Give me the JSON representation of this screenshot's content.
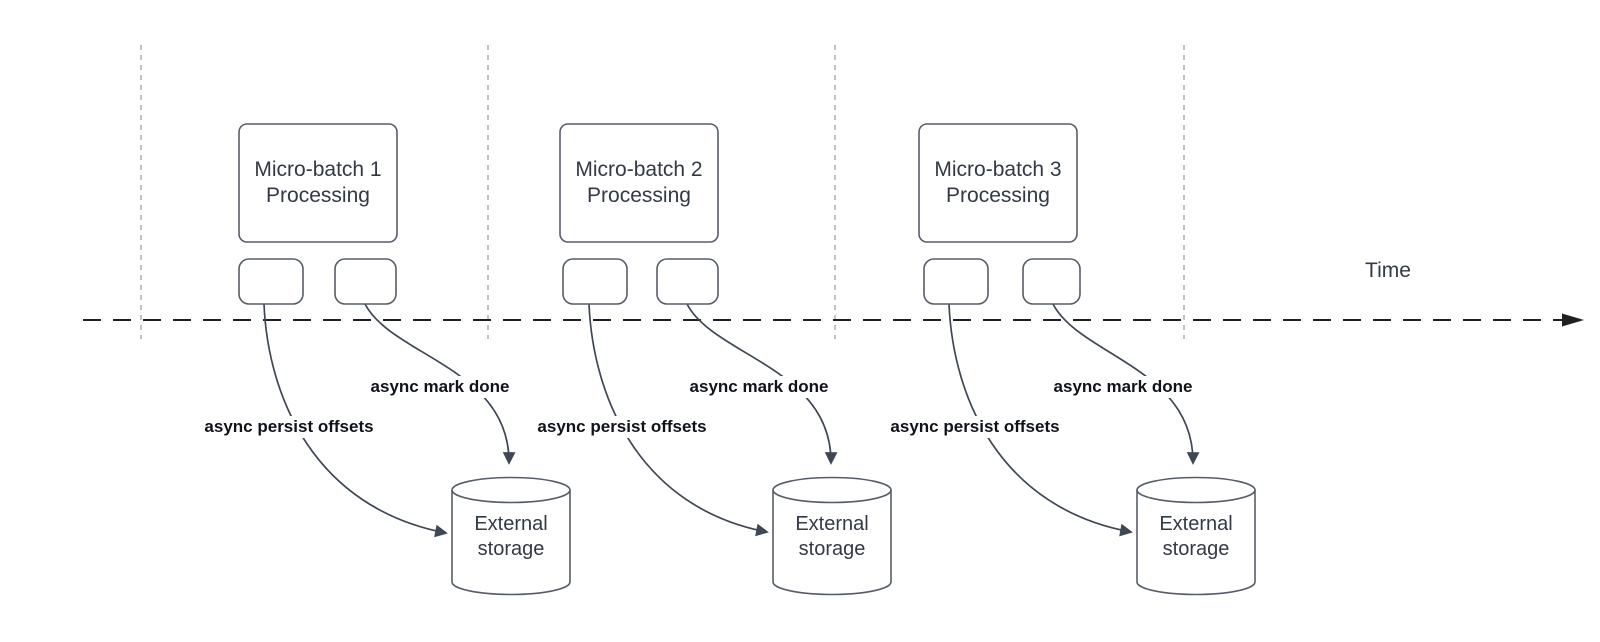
{
  "time_label": "Time",
  "groups": [
    {
      "box_title_line1": "Micro-batch 1",
      "box_title_line2": "Processing",
      "persist_arrow_label": "async persist offsets",
      "done_arrow_label": "async mark done",
      "storage_line1": "External",
      "storage_line2": "storage"
    },
    {
      "box_title_line1": "Micro-batch 2",
      "box_title_line2": "Processing",
      "persist_arrow_label": "async persist offsets",
      "done_arrow_label": "async mark done",
      "storage_line1": "External",
      "storage_line2": "storage"
    },
    {
      "box_title_line1": "Micro-batch 3",
      "box_title_line2": "Processing",
      "persist_arrow_label": "async persist offsets",
      "done_arrow_label": "async mark done",
      "storage_line1": "External",
      "storage_line2": "storage"
    }
  ],
  "colors": {
    "background": "#ffffff",
    "shape_stroke": "#565d68",
    "arrow_stroke": "#3f4754",
    "timeline": "#202020",
    "guide_line": "#a9a9a9",
    "shape_text": "#333945",
    "arrow_label_text": "#101318"
  }
}
